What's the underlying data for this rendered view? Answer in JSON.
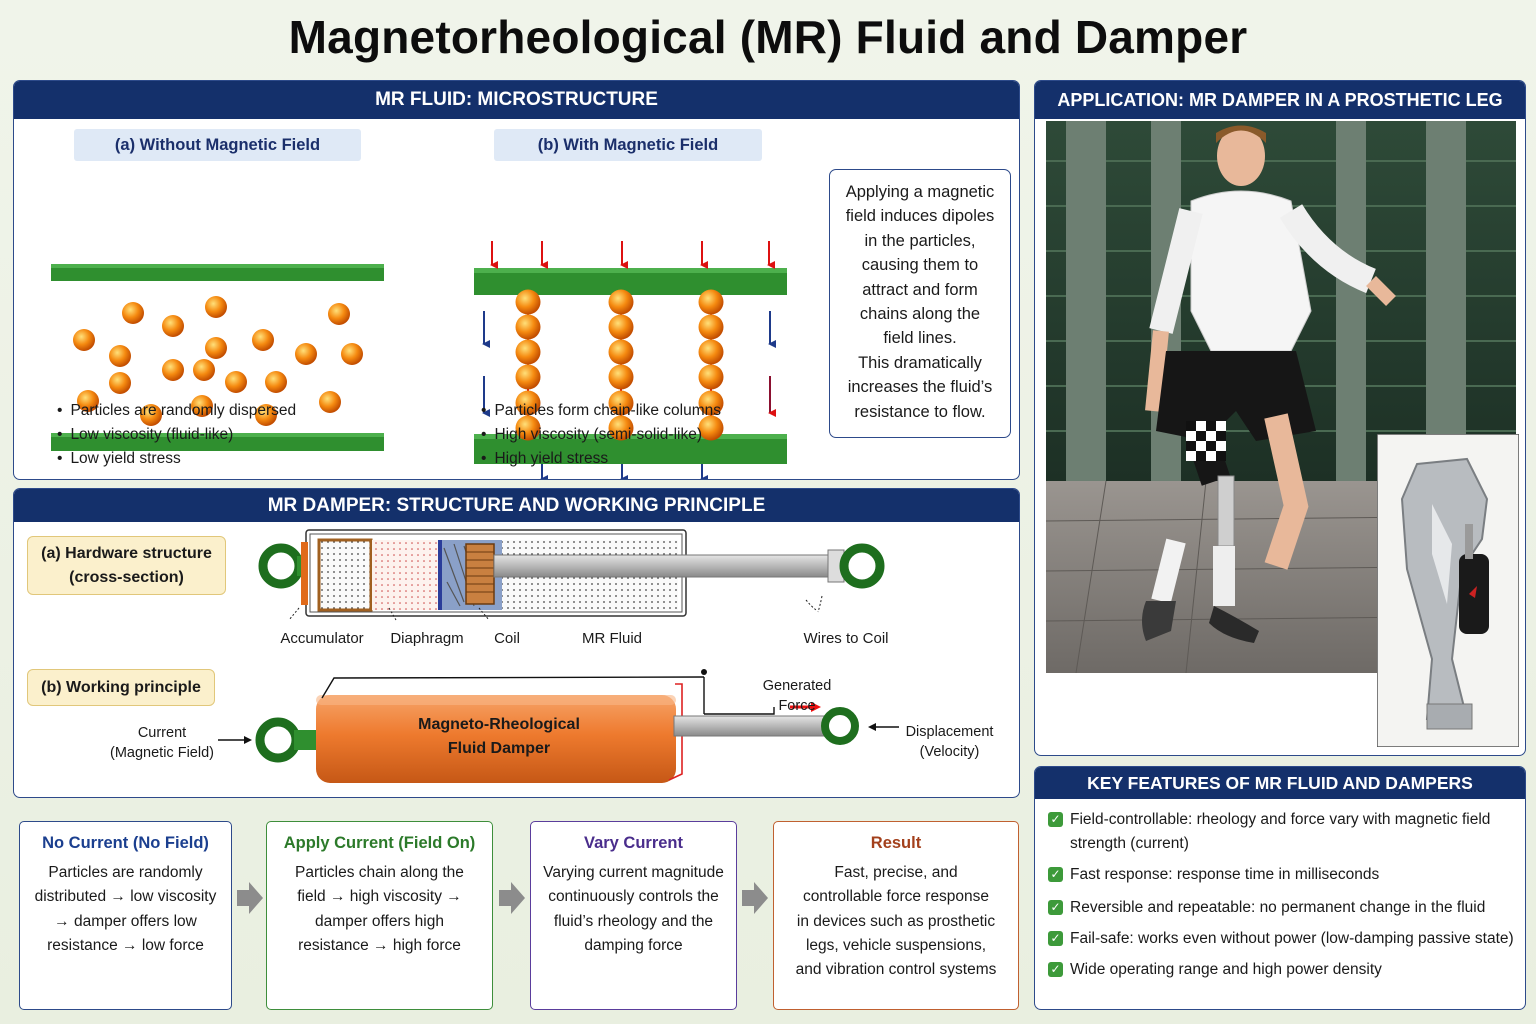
{
  "title": "Magnetorheological (MR) Fluid and Damper",
  "microstructure": {
    "header": "MR FLUID: MICROSTRUCTURE",
    "without": {
      "label": "(a) Without Magnetic Field",
      "bullets": [
        "Particles are randomly dispersed",
        "Low viscosity (fluid-like)",
        "Low yield stress"
      ]
    },
    "with": {
      "label": "(b) With Magnetic Field",
      "bullets": [
        "Particles form chain-like columns",
        "High viscosity (semi-solid-like)",
        "High yield stress"
      ]
    },
    "callout": [
      "Applying a magnetic",
      "field induces dipoles",
      "in the particles,",
      "causing them to",
      "attract and form",
      "chains along the",
      "field lines.",
      "This dramatically",
      "increases the fluid’s",
      "resistance to flow."
    ]
  },
  "damper": {
    "header": "MR DAMPER: STRUCTURE AND WORKING PRINCIPLE",
    "hardware_tag": [
      "(a) Hardware structure",
      "(cross-section)"
    ],
    "parts": {
      "accumulator": "Accumulator",
      "diaphragm": "Diaphragm",
      "coil": "Coil",
      "mr_fluid": "MR Fluid",
      "wires": "Wires to Coil"
    },
    "working_tag": "(b) Working principle",
    "body_label": [
      "Magneto-Rheological",
      "Fluid Damper"
    ],
    "current_label": [
      "Current",
      "(Magnetic Field)"
    ],
    "force_label": [
      "Generated",
      "Force"
    ],
    "displacement_label": [
      "Displacement",
      "(Velocity)"
    ]
  },
  "flow": [
    {
      "title": "No Current (No Field)",
      "lines": [
        "Particles are randomly",
        "distributed → low viscosity",
        "→ damper offers low",
        "resistance → low force"
      ],
      "color": "#1b3f8f"
    },
    {
      "title": "Apply Current (Field On)",
      "lines": [
        "Particles chain along the",
        "field → high viscosity →",
        "damper offers high",
        "resistance → high force"
      ],
      "color": "#2c7a2a"
    },
    {
      "title": "Vary Current",
      "lines": [
        "Varying current magnitude",
        "continuously controls the",
        "fluid’s rheology and the",
        "damping force"
      ],
      "color": "#4a2d8c"
    },
    {
      "title": "Result",
      "lines": [
        "Fast, precise, and",
        "controllable force response",
        "in devices such as prosthetic",
        "legs, vehicle suspensions,",
        "and vibration control systems"
      ],
      "color": "#a3401c"
    }
  ],
  "application": {
    "header": "APPLICATION: MR DAMPER IN A PROSTHETIC LEG"
  },
  "features": {
    "header": "KEY FEATURES OF MR FLUID AND DAMPERS",
    "items": [
      [
        "Field-controllable: rheology and force vary with magnetic field",
        "strength (current)"
      ],
      [
        "Fast response: response time in milliseconds"
      ],
      [
        "Reversible and repeatable: no permanent change in the fluid"
      ],
      [
        "Fail-safe: works even without power (low-damping passive state)"
      ],
      [
        "Wide operating range and high power density"
      ]
    ]
  },
  "colors": {
    "header_bg": "#14306b",
    "plate": "#2f8f2f",
    "particle": "#f08a12",
    "damper_body": "#ee7a2e",
    "check": "#3d9a3a"
  }
}
